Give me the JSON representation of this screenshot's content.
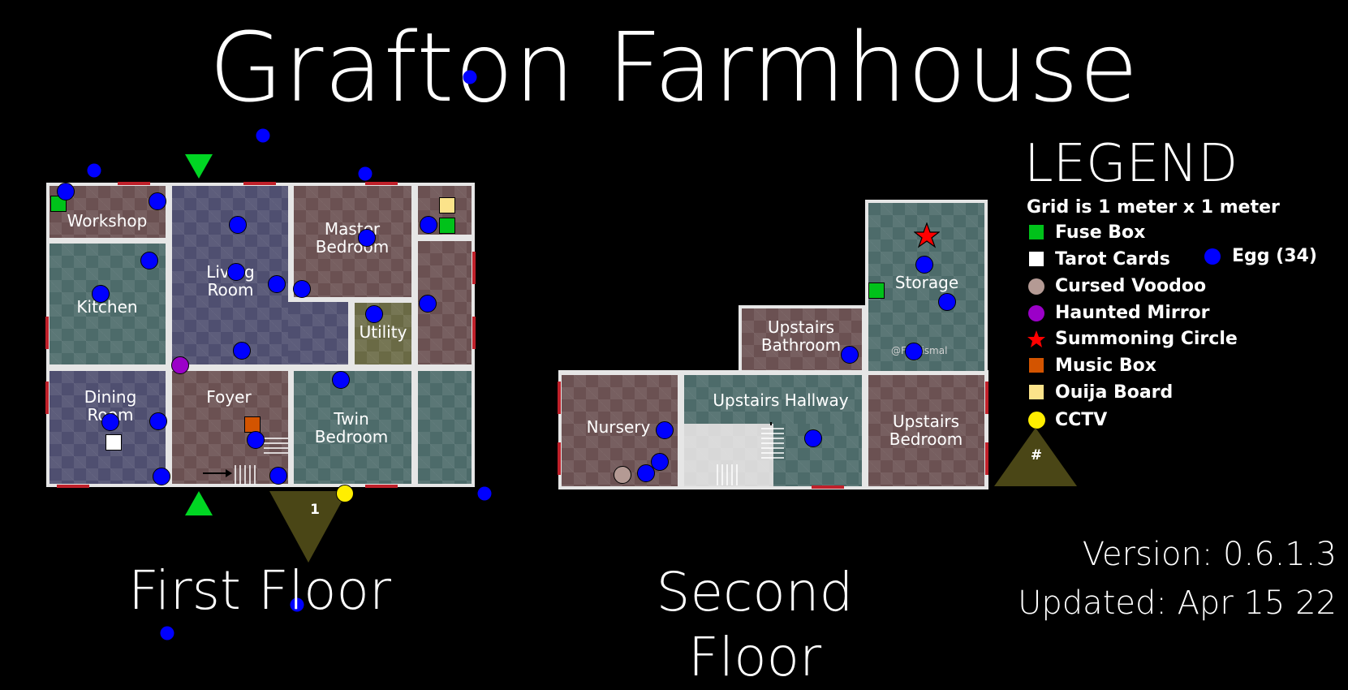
{
  "title": "Grafton Farmhouse",
  "floors": {
    "first": "First Floor",
    "second": "Second Floor"
  },
  "rooms": {
    "workshop": "Workshop",
    "kitchen": "Kitchen",
    "living_room": "Living\nRoom",
    "master_bedroom": "Master\nBedroom",
    "utility": "Utility",
    "dining_room": "Dining\nRoom",
    "foyer": "Foyer",
    "twin_bedroom": "Twin\nBedroom",
    "nursery": "Nursery",
    "upstairs_bathroom": "Upstairs\nBathroom",
    "upstairs_hallway": "Upstairs Hallway",
    "storage": "Storage",
    "upstairs_bedroom": "Upstairs\nBedroom"
  },
  "markers": {
    "first_floor_number": "1",
    "legend_triangle": "#",
    "watermark": "@Fantismal"
  },
  "legend": {
    "title": "LEGEND",
    "grid": "Grid is 1 meter x 1 meter",
    "items": [
      {
        "label": "Fuse Box",
        "icon": "green-square",
        "color": "#00c21a"
      },
      {
        "label": "Tarot Cards",
        "icon": "white-square",
        "color": "#ffffff"
      },
      {
        "label": "Cursed Voodoo",
        "icon": "tan-circle",
        "color": "#b49a94"
      },
      {
        "label": "Haunted Mirror",
        "icon": "purple-circle",
        "color": "#9b00c8"
      },
      {
        "label": "Summoning Circle",
        "icon": "red-star",
        "color": "#ff0000"
      },
      {
        "label": "Music Box",
        "icon": "orange-square",
        "color": "#d35400"
      },
      {
        "label": "Ouija Board",
        "icon": "yellow-square",
        "color": "#fbe38a"
      },
      {
        "label": "CCTV",
        "icon": "yellow-circle",
        "color": "#ffee00"
      }
    ],
    "egg": {
      "label": "Egg (34)",
      "icon": "blue-circle",
      "color": "#0000ff"
    }
  },
  "version": "Version: 0.6.1.3",
  "updated": "Updated: Apr 15 22"
}
